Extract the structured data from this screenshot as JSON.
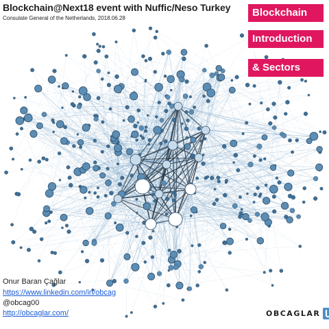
{
  "header": {
    "title": "Blockchain@Next18 event with Nuffic/Neso Turkey",
    "subtitle": "Consulate General of the Netherlands, 2018.06.28"
  },
  "topic_boxes": [
    "Blockchain",
    "Introduction",
    "& Sectors"
  ],
  "author": {
    "name": "Onur Baran Çağlar",
    "linkedin": "https://www.linkedin.com/in/obcag",
    "handle": "@obcag00",
    "website": "http://obcaglar.com/"
  },
  "logo": {
    "text": "OBCAGLAR"
  },
  "colors": {
    "accent_box": "#e0175f",
    "node": "#4a7fa8",
    "node_light": "#ffffff",
    "edge": "#8fb4d0",
    "link": "#1a5ad7"
  },
  "icons": [
    "network-graph-image",
    "obcaglar-logo-icon"
  ]
}
